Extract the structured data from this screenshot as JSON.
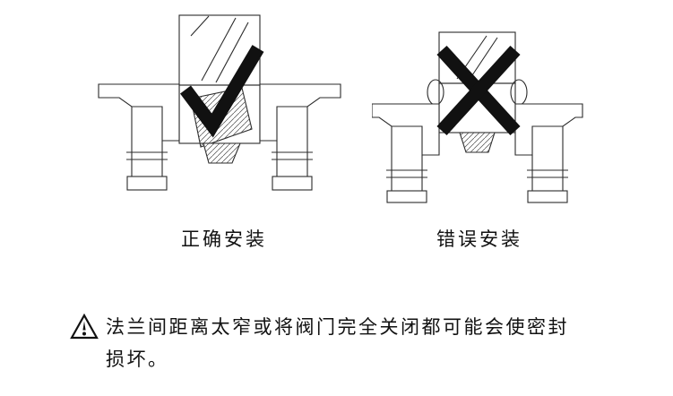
{
  "figures": [
    {
      "id": "correct",
      "label": "正确安装",
      "mark": "check-mark"
    },
    {
      "id": "incorrect",
      "label": "错误安装",
      "mark": "x-mark"
    }
  ],
  "warning": {
    "icon": "warning-triangle-icon",
    "text": "法兰间距离太窄或将阀门完全关闭都可能会使密封损坏。"
  },
  "colors": {
    "line": "#2b2b2b",
    "mark": "#111111",
    "text": "#111111",
    "background": "#ffffff"
  }
}
